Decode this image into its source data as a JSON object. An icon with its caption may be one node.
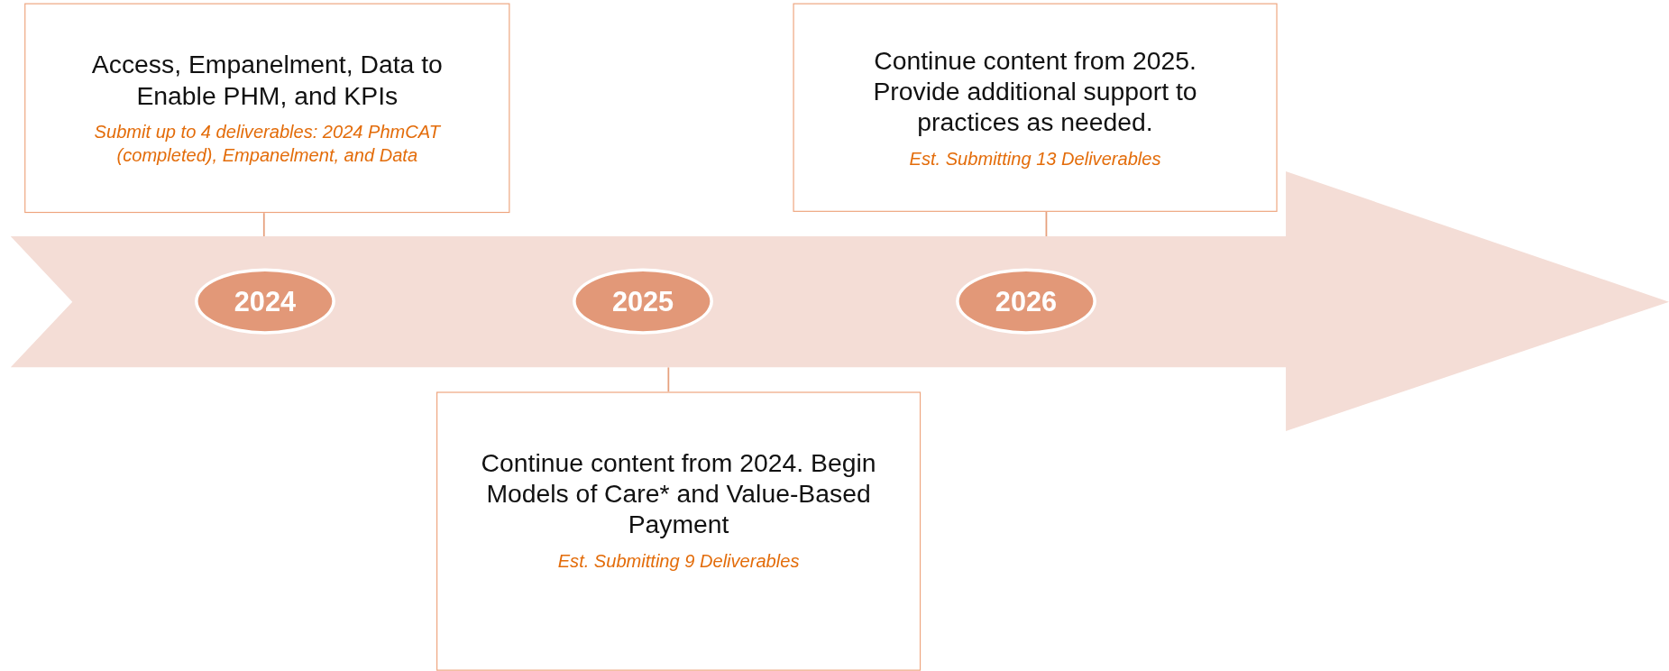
{
  "diagram": {
    "nodes": [
      {
        "text": [],
        "shape": "arrow"
      },
      {
        "text": [
          "2024"
        ],
        "in": 0
      },
      {
        "text": [
          "2025"
        ],
        "in": 0
      },
      {
        "text": [
          "2026"
        ],
        "in": 0
      },
      {
        "text": [
          "Access, Empanelment, Data to Enable PHM, and KPIs",
          "Submit up to 4 deliverables: 2024 PhmCAT (completed), Empanelment, and Data"
        ]
      },
      {
        "text": [
          "Continue content from 2024. Begin Models of Care* and Value-Based Payment",
          "Est. Submitting 9 Deliverables"
        ]
      },
      {
        "text": [
          "Continue content from 2025. Provide additional support to practices as needed.",
          "Est. Submitting 13 Deliverables"
        ]
      }
    ],
    "edges": [
      {
        "from": 4,
        "to": 0,
        "arrow": "none"
      },
      {
        "from": 5,
        "to": 0,
        "arrow": "none"
      },
      {
        "from": 6,
        "to": 0,
        "arrow": "none"
      }
    ]
  }
}
